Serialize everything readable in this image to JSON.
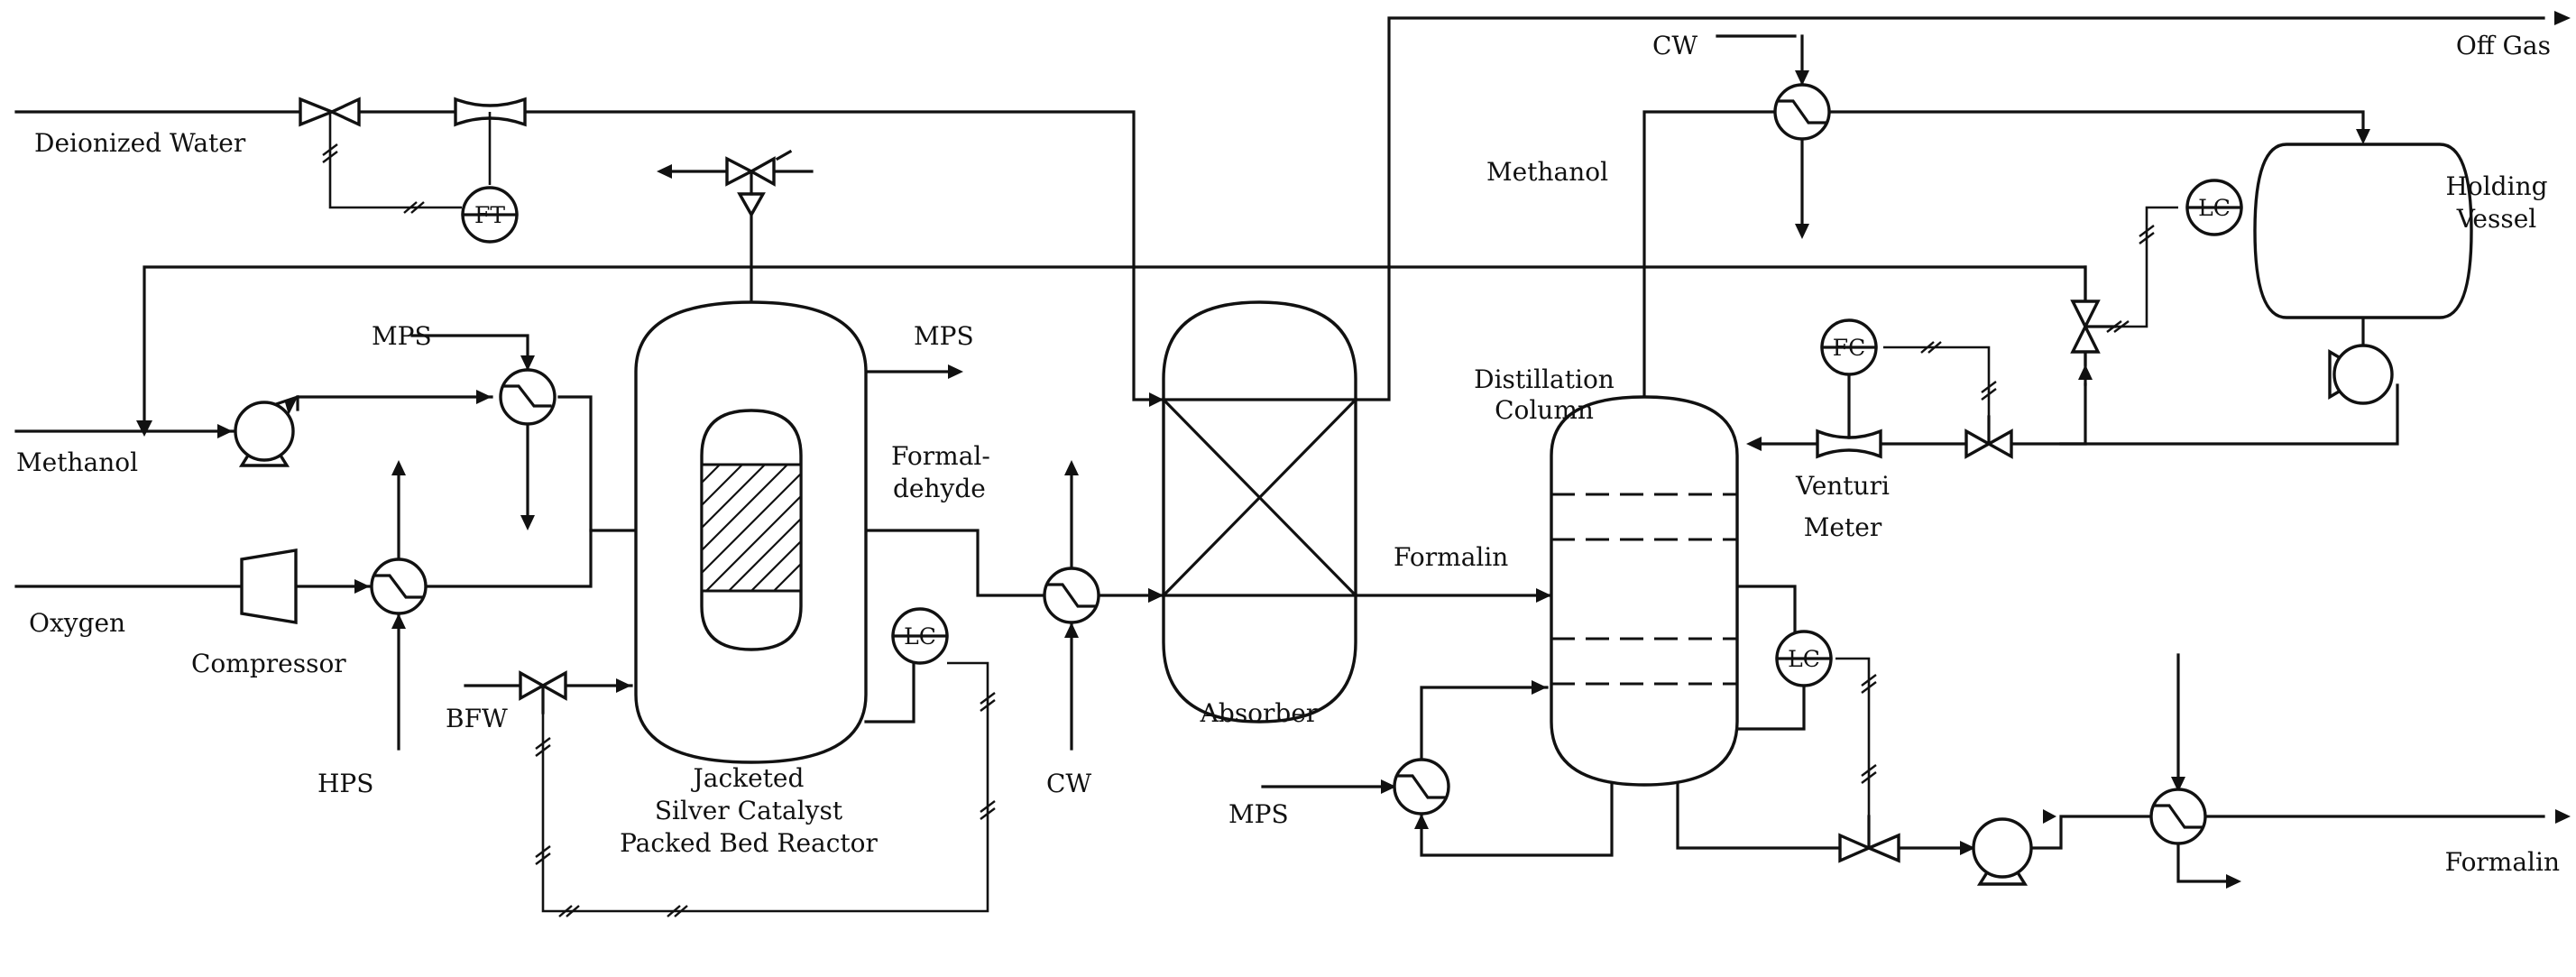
{
  "labels": {
    "deionized_water": "Deionized Water",
    "methanol_feed": "Methanol",
    "oxygen": "Oxygen",
    "compressor": "Compressor",
    "hps": "HPS",
    "mps_top": "MPS",
    "mps_reactor": "MPS",
    "bfw": "BFW",
    "reactor_line1": "Jacketed",
    "reactor_line2": "Silver Catalyst",
    "reactor_line3": "Packed Bed Reactor",
    "formaldehyde_line1": "Formal-",
    "formaldehyde_line2": "dehyde",
    "cw_cooler": "CW",
    "absorber": "Absorber",
    "formalin_mid": "Formalin",
    "distillation_line1": "Distillation",
    "distillation_line2": "Column",
    "methanol_recycle": "Methanol",
    "cw_condenser": "CW",
    "off_gas": "Off Gas",
    "holding_line1": "Holding",
    "holding_line2": "Vessel",
    "venturi_line1": "Venturi",
    "venturi_line2": "Meter",
    "mps_reboiler": "MPS",
    "formalin_product": "Formalin"
  },
  "instruments": {
    "ft": "FT",
    "lc_reactor": "LC",
    "lc_holding": "LC",
    "fc_recycle": "FC",
    "lc_column": "LC"
  }
}
